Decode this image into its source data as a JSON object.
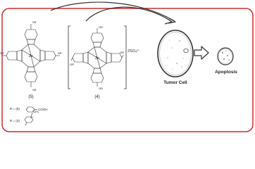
{
  "colors": {
    "frame": "#cc2f2f",
    "ink": "#222222",
    "line": "#333333"
  },
  "labels": {
    "compound_5": "(5)",
    "compound_4": "(4)",
    "counterion": "2SO₄²⁻",
    "tumor_cell": "Tumor Cell",
    "apoptosis": "Apoptosis",
    "substituent_sr": "SR",
    "substituent_or": "OR",
    "metal": "Zn",
    "legend_5_prefix": "R = (5)",
    "legend_5_group": "COOH",
    "legend_4_prefix": "R = (4)",
    "legend_4_methyl": "CH₃",
    "legend_4_nitrogen": "N⁺"
  },
  "icons": {
    "curved_arrow_1": "curved-arrow-icon",
    "curved_arrow_2": "curved-arrow-icon",
    "process_arrow": "right-outline-arrow-icon"
  }
}
